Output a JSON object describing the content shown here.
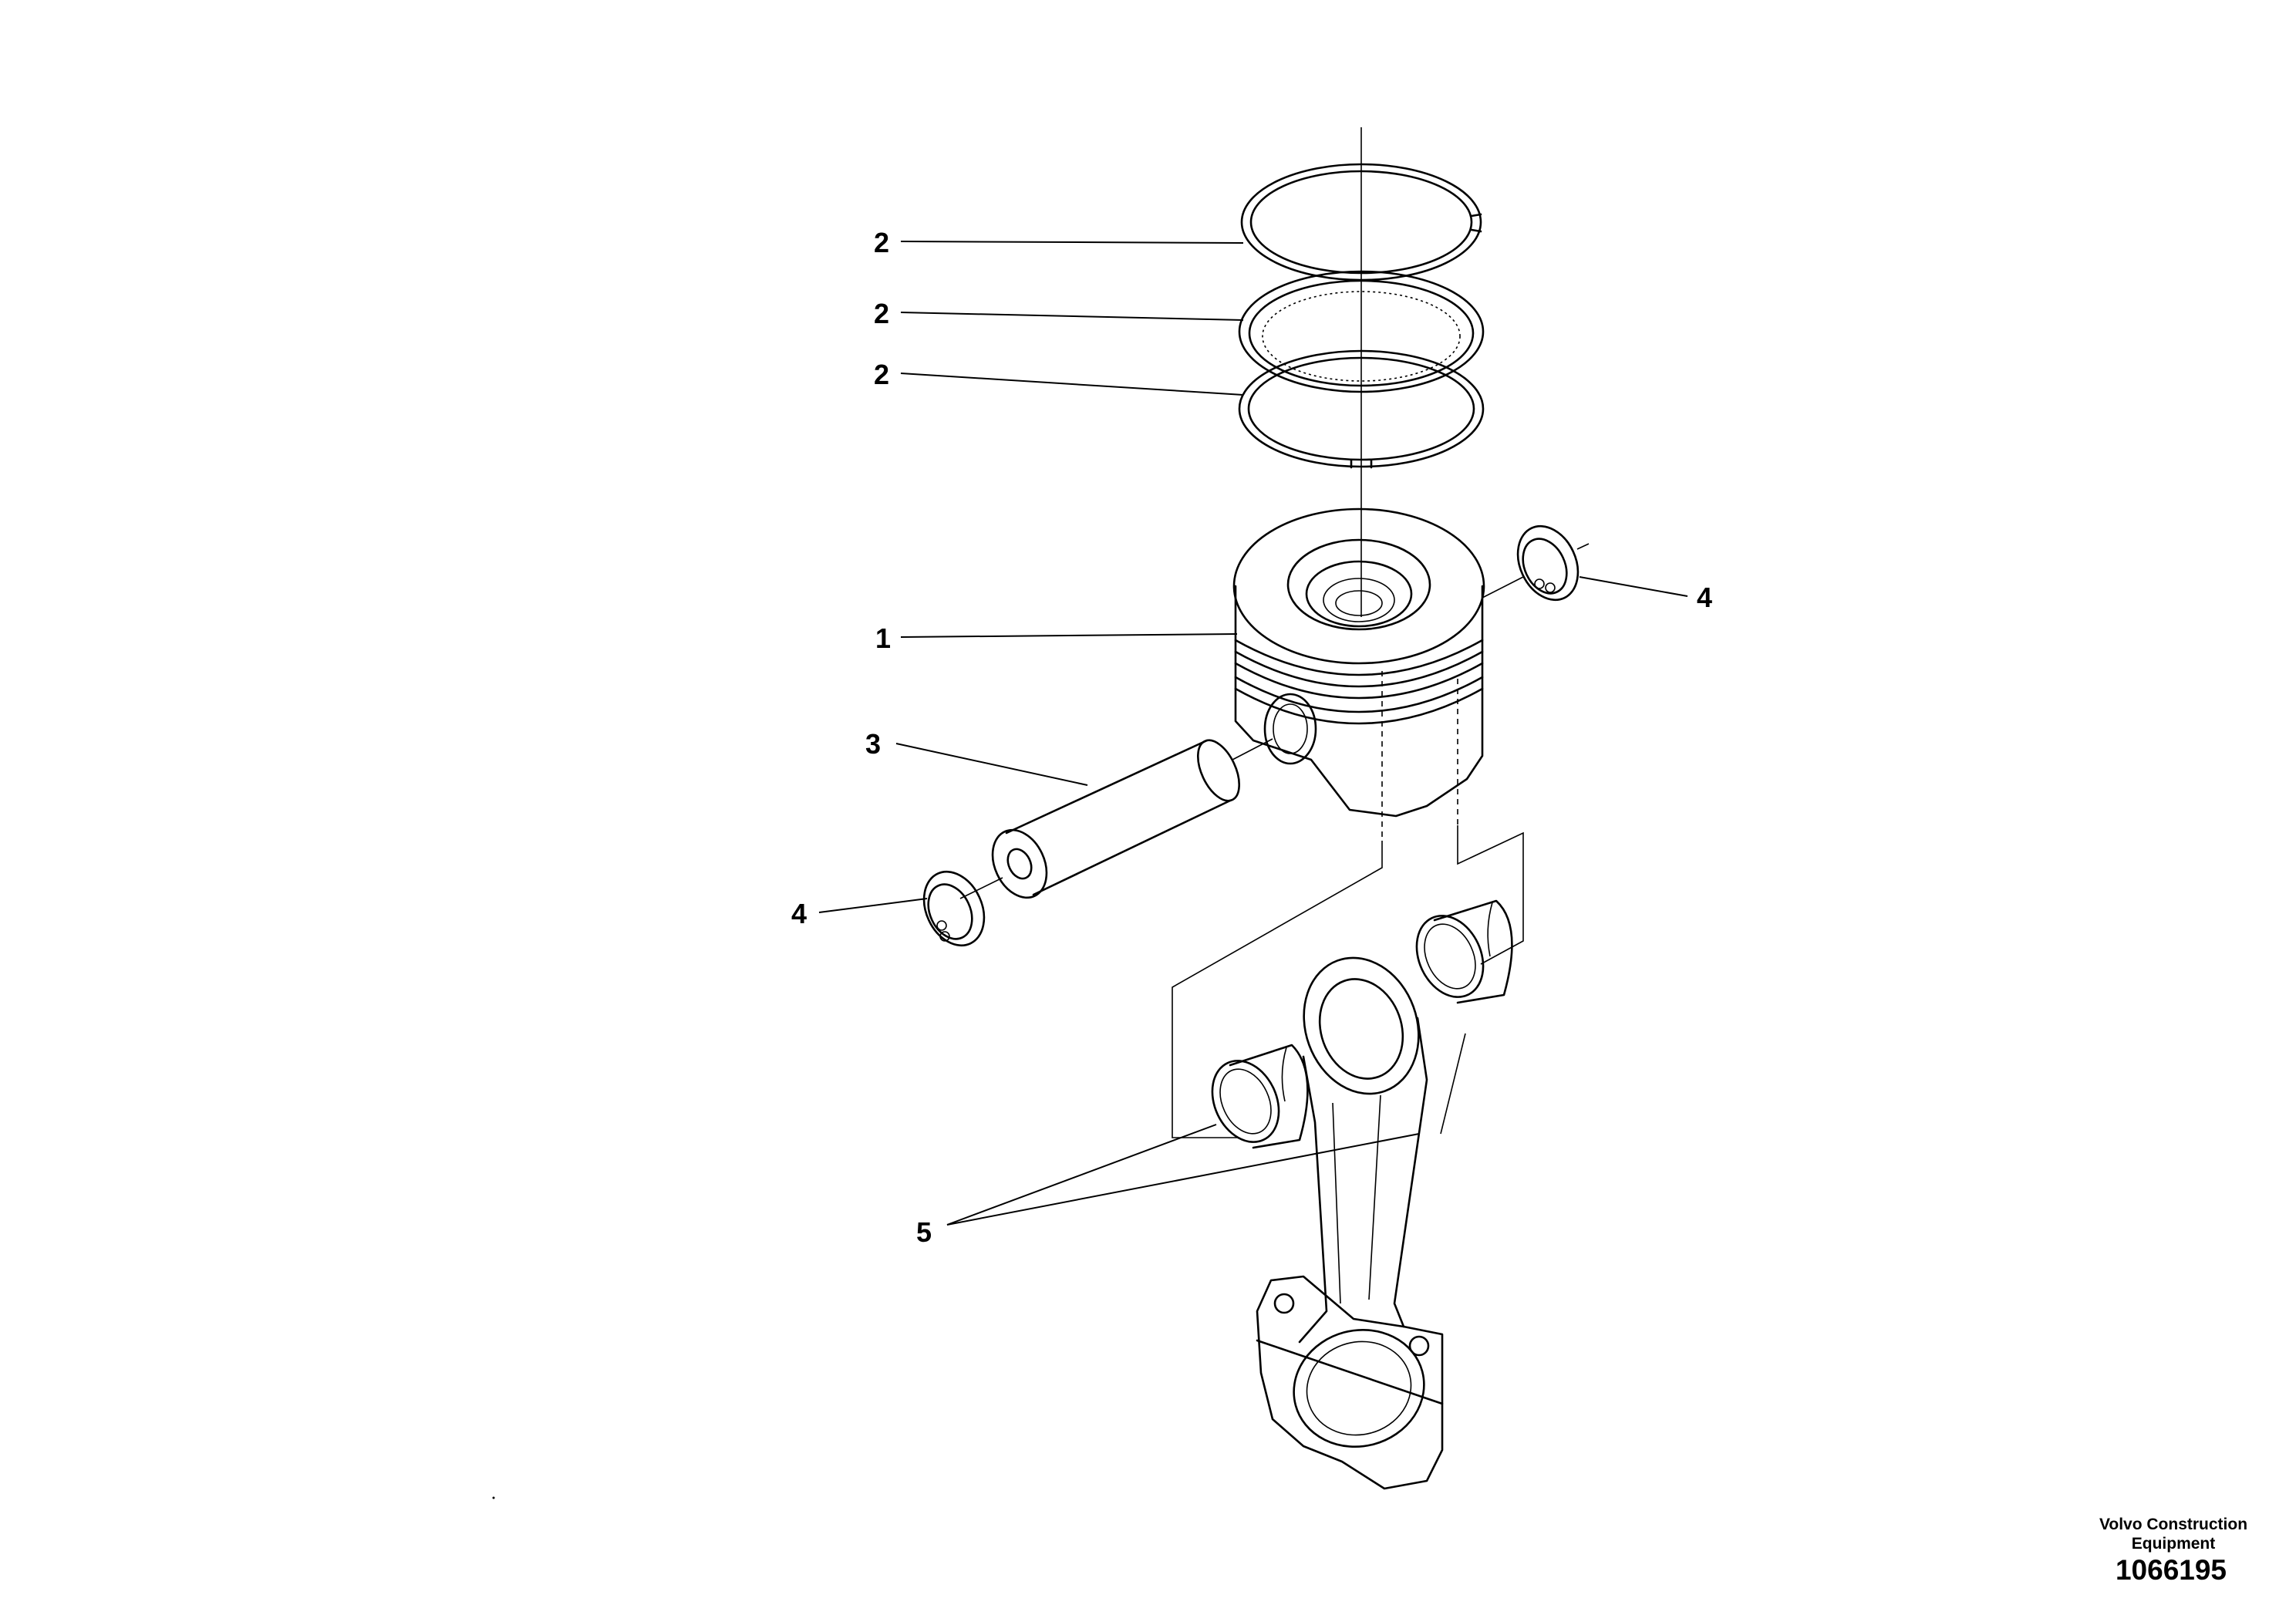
{
  "callouts": {
    "ring_top": "2",
    "ring_middle": "2",
    "ring_bottom": "2",
    "piston": "1",
    "piston_pin": "3",
    "circlip_right": "4",
    "circlip_left": "4",
    "bushings": "5"
  },
  "credit": {
    "line1": "Volvo Construction",
    "line2": "Equipment",
    "figure_number": "1066195"
  }
}
